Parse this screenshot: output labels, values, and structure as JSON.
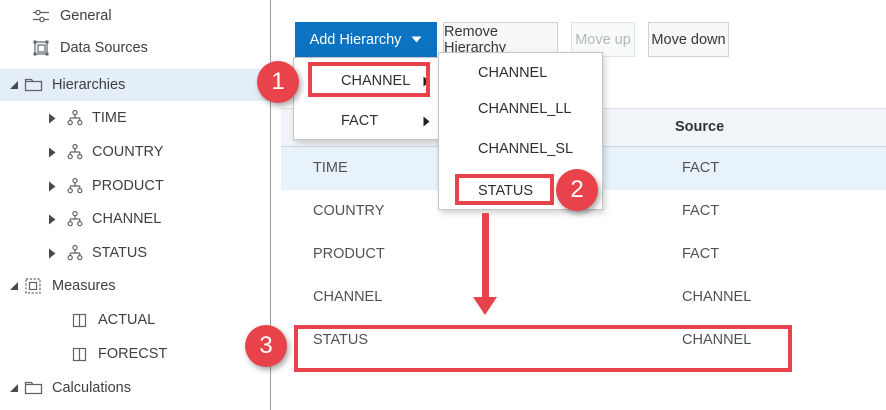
{
  "colors": {
    "accent_blue": "#0b73c2",
    "annotation_red": "#e8434b",
    "row_highlight": "#e7f2fb",
    "header_bg": "#f1f4f8",
    "sidebar_selected": "#e3eef9"
  },
  "sidebar": {
    "items": [
      {
        "label": "General",
        "icon": "sliders-icon"
      },
      {
        "label": "Data Sources",
        "icon": "data-sources-icon"
      },
      {
        "label": "Hierarchies",
        "icon": "folder-icon",
        "state": "expanded",
        "selected": true
      },
      {
        "label": "TIME",
        "icon": "hierarchy-icon",
        "state": "collapsed"
      },
      {
        "label": "COUNTRY",
        "icon": "hierarchy-icon",
        "state": "collapsed"
      },
      {
        "label": "PRODUCT",
        "icon": "hierarchy-icon",
        "state": "collapsed"
      },
      {
        "label": "CHANNEL",
        "icon": "hierarchy-icon",
        "state": "collapsed"
      },
      {
        "label": "STATUS",
        "icon": "hierarchy-icon",
        "state": "collapsed"
      },
      {
        "label": "Measures",
        "icon": "measures-icon",
        "state": "expanded"
      },
      {
        "label": "ACTUAL",
        "icon": "columns-icon"
      },
      {
        "label": "FORECST",
        "icon": "columns-icon"
      },
      {
        "label": "Calculations",
        "icon": "folder-icon",
        "state": "expanded"
      }
    ]
  },
  "toolbar": {
    "add_hierarchy_label": "Add Hierarchy",
    "remove_hierarchy_label": "Remove Hierarchy",
    "move_up_label": "Move up",
    "move_down_label": "Move down",
    "move_up_disabled": true
  },
  "add_menu": {
    "items": [
      {
        "label": "CHANNEL",
        "has_submenu": true
      },
      {
        "label": "FACT",
        "has_submenu": true
      }
    ]
  },
  "submenu": {
    "items": [
      "CHANNEL",
      "CHANNEL_LL",
      "CHANNEL_SL",
      "STATUS"
    ]
  },
  "table": {
    "source_header": "Source",
    "rows": [
      {
        "name": "TIME",
        "source": "FACT",
        "highlighted": true
      },
      {
        "name": "COUNTRY",
        "source": "FACT"
      },
      {
        "name": "PRODUCT",
        "source": "FACT"
      },
      {
        "name": "CHANNEL",
        "source": "CHANNEL"
      },
      {
        "name": "STATUS",
        "source": "CHANNEL"
      }
    ]
  },
  "annotations": {
    "step1": "1",
    "step2": "2",
    "step3": "3"
  }
}
